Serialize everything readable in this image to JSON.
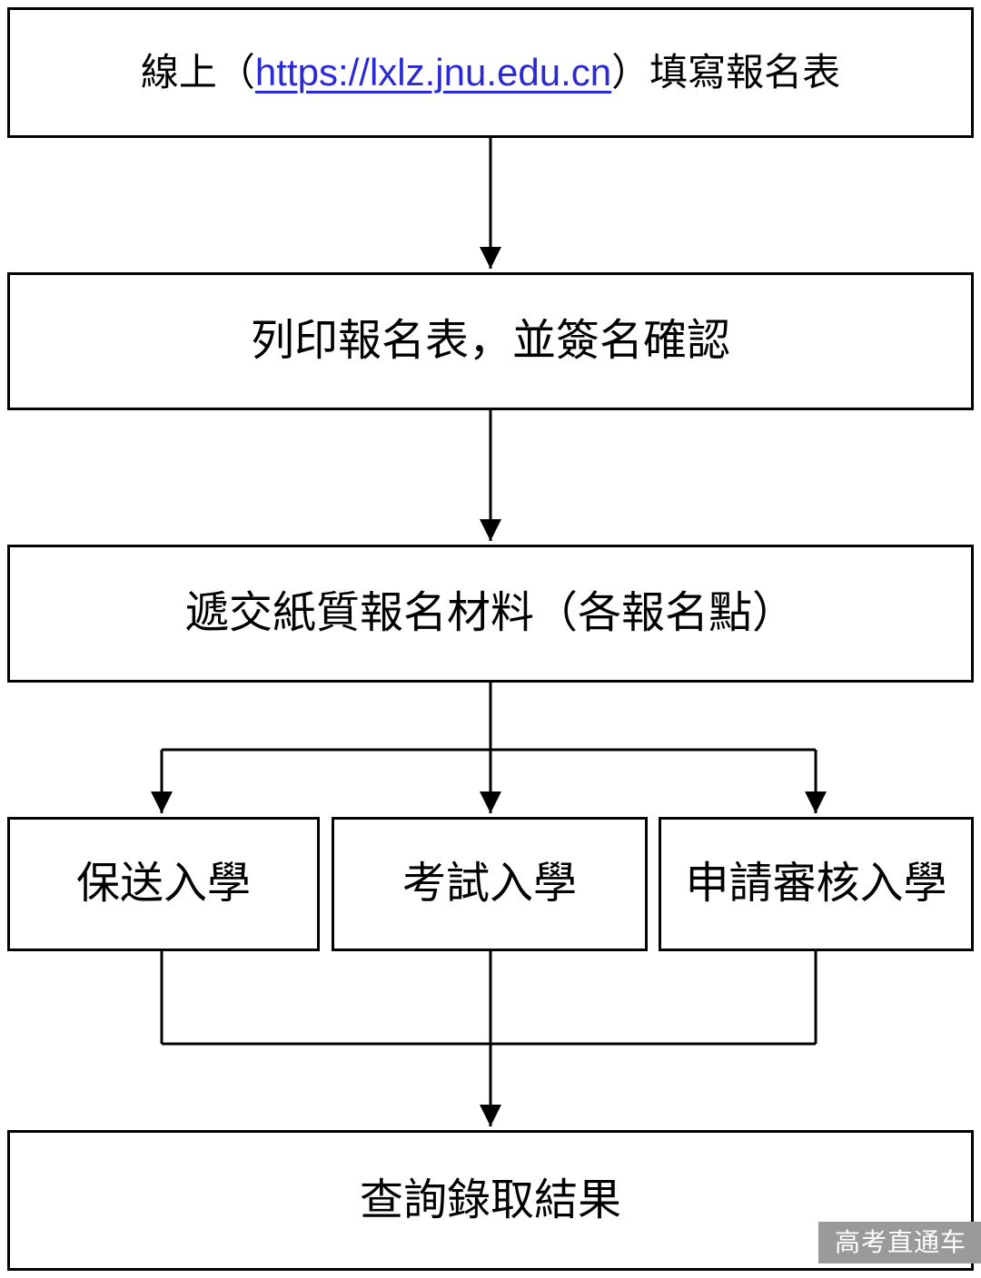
{
  "flowchart": {
    "step1": {
      "prefix": "線上（",
      "link_text": "https://lxlz.jnu.edu.cn",
      "suffix": "）填寫報名表"
    },
    "step2": {
      "label": "列印報名表，並簽名確認"
    },
    "step3": {
      "label": "遞交紙質報名材料（各報名點）"
    },
    "branches": [
      {
        "label": "保送入學"
      },
      {
        "label": "考試入學"
      },
      {
        "label": "申請審核入學"
      }
    ],
    "final": {
      "label": "查詢錄取結果"
    }
  },
  "watermark": {
    "label": "高考直通车"
  },
  "colors": {
    "background": "#ffffff",
    "border": "#000000",
    "text": "#000000",
    "link": "#2a2ad2",
    "watermark_bg": "#9a9a9a",
    "watermark_text": "#ffffff"
  }
}
